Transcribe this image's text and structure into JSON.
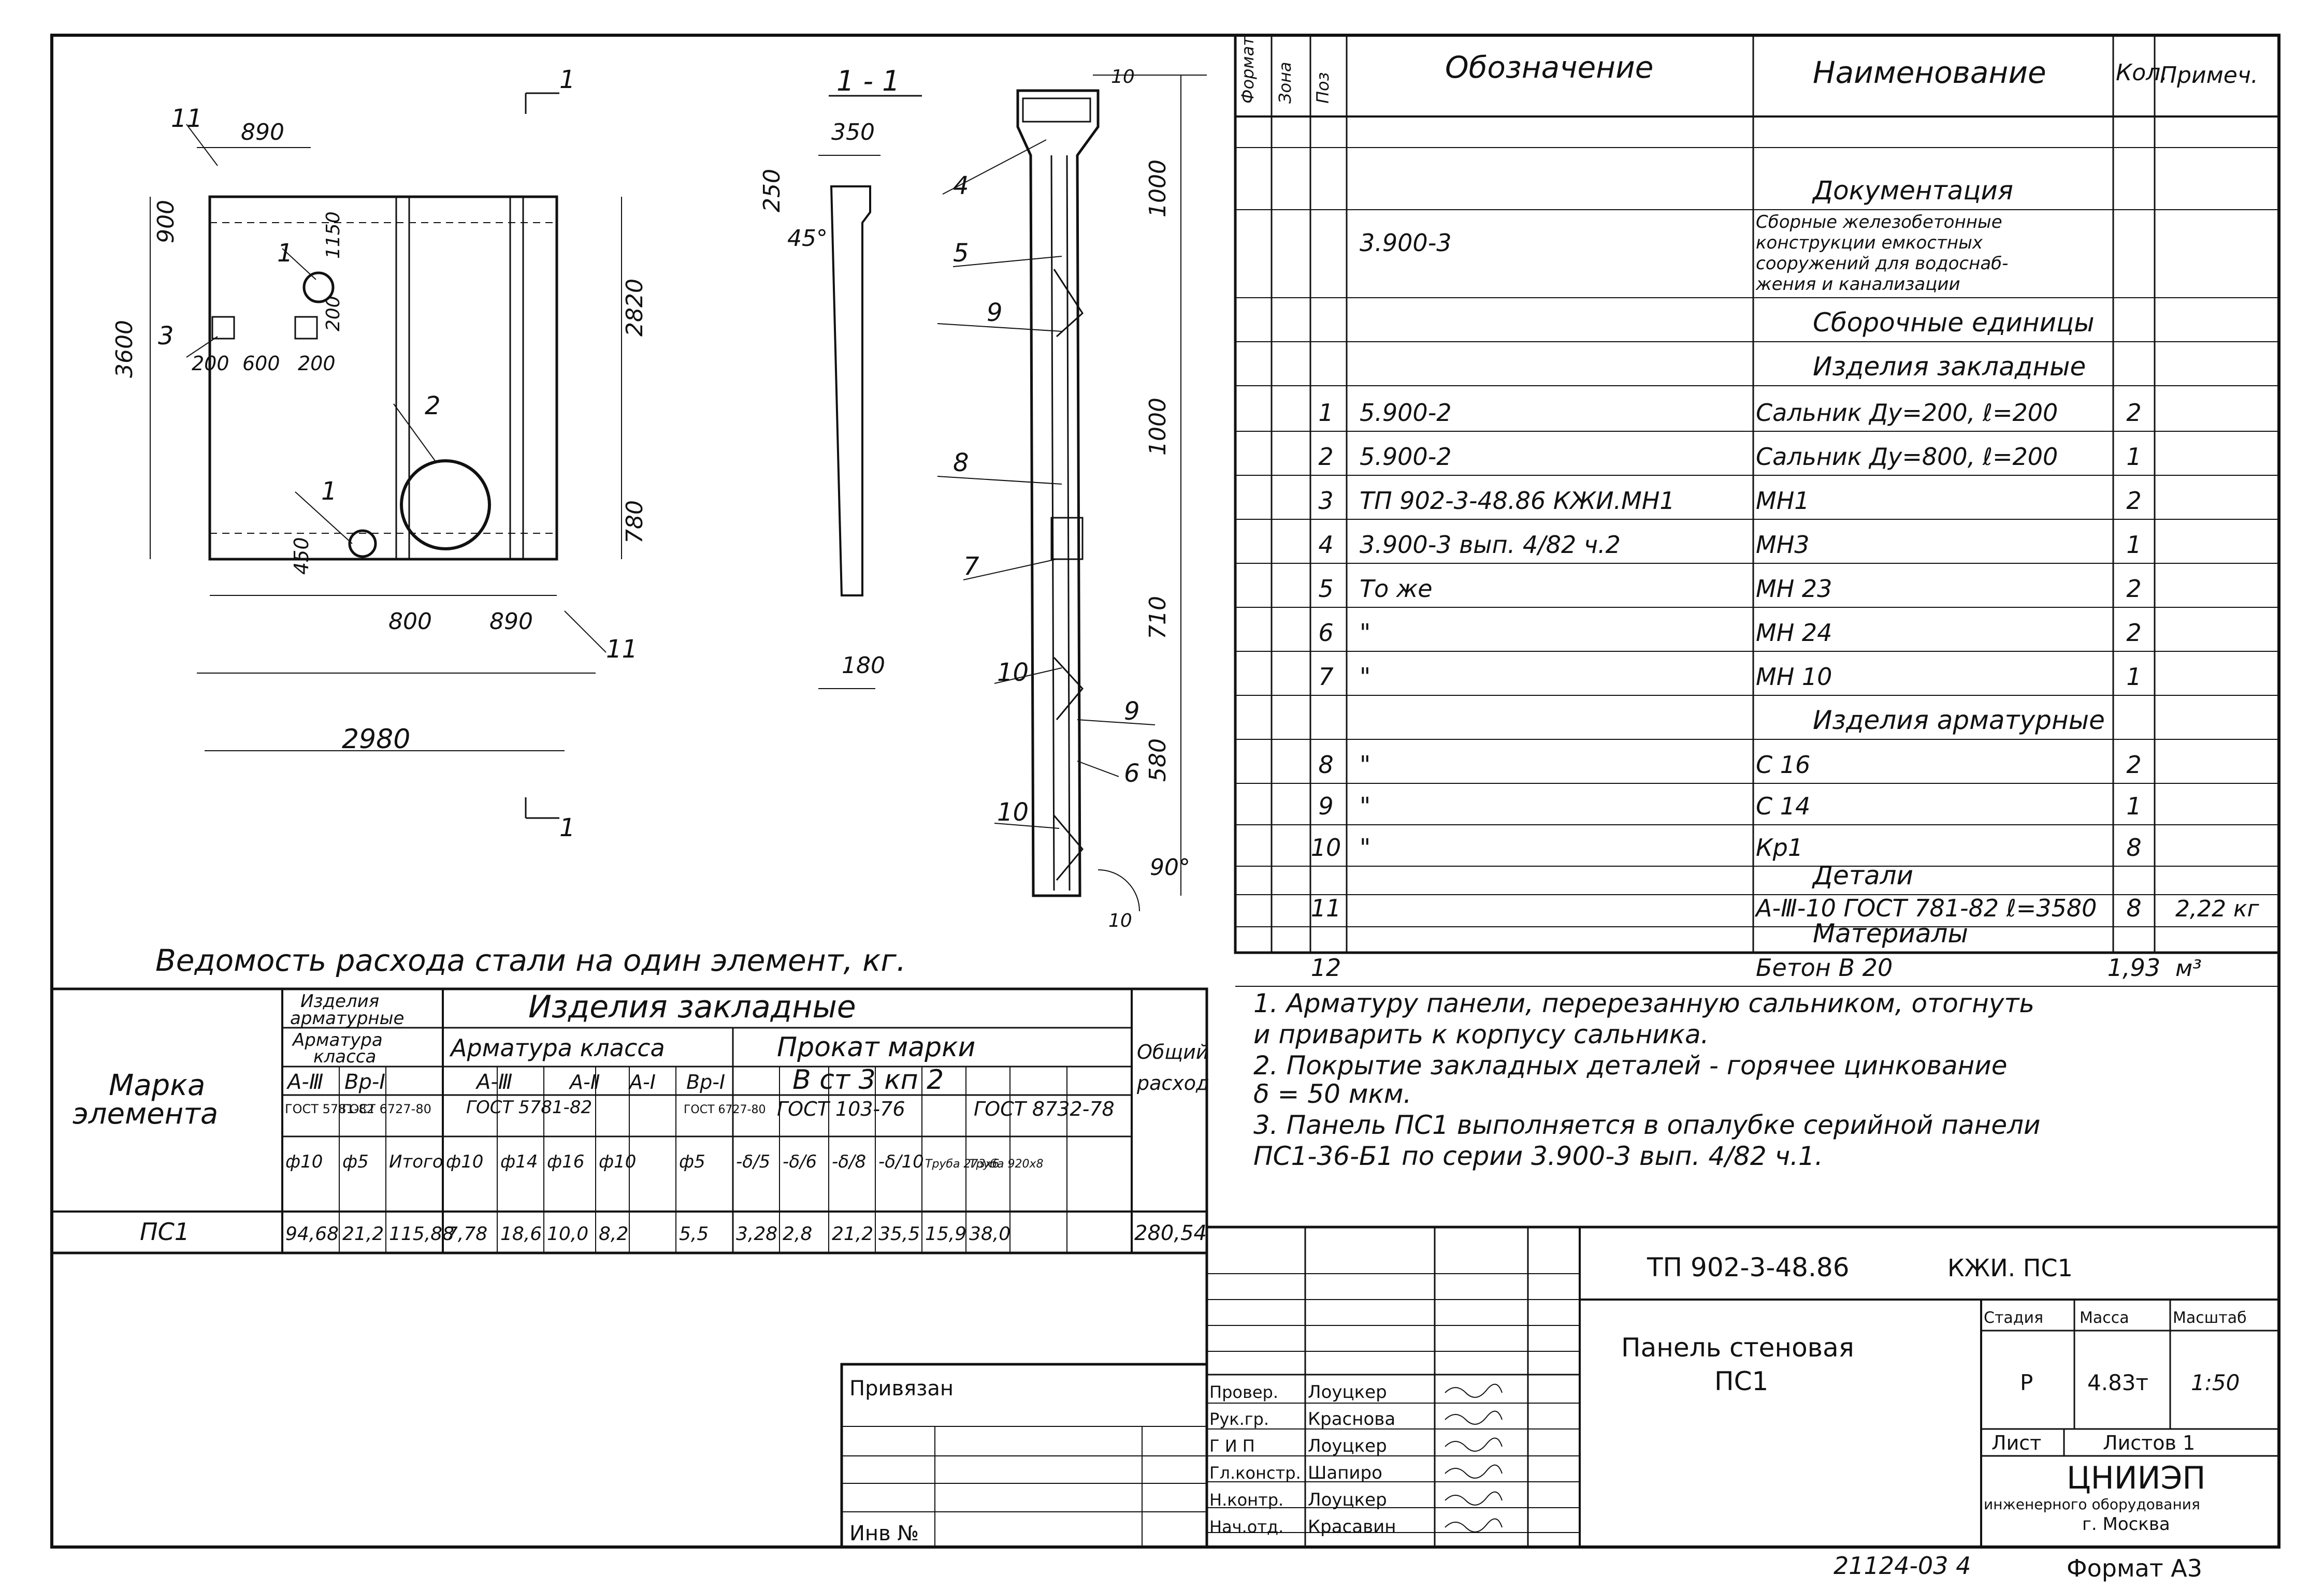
{
  "drawing": {
    "plan": {
      "dims": [
        "890",
        "900",
        "3600",
        "1150",
        "200",
        "200",
        "600",
        "200",
        "2820",
        "780",
        "450",
        "800",
        "890",
        "2980"
      ],
      "callouts": [
        "11",
        "1",
        "3",
        "2",
        "1",
        "11"
      ],
      "section_marks": [
        "1",
        "1"
      ]
    },
    "section": {
      "title": "1 - 1",
      "dims": [
        "350",
        "250",
        "45°",
        "180"
      ]
    },
    "detail": {
      "dims": [
        "10",
        "1000",
        "1000",
        "710",
        "580",
        "90°",
        "10"
      ],
      "callouts": [
        "4",
        "5",
        "9",
        "8",
        "7",
        "10",
        "9",
        "6",
        "10"
      ]
    }
  },
  "spec_table": {
    "headers": [
      "Формат",
      "Зона",
      "Поз",
      "Обозначение",
      "Наименование",
      "Кол.",
      "Примеч."
    ],
    "rows": [
      {
        "pos": "",
        "designation": "",
        "name": "Документация",
        "qty": "",
        "note": ""
      },
      {
        "pos": "",
        "designation": "3.900-3",
        "name": [
          "Сборные железобетонные",
          "конструкции емкостных",
          "сооружений для водоснаб-",
          "жения и канализации"
        ],
        "qty": "",
        "note": ""
      },
      {
        "pos": "",
        "designation": "",
        "name": "Сборочные единицы",
        "qty": "",
        "note": ""
      },
      {
        "pos": "",
        "designation": "",
        "name": "Изделия закладные",
        "qty": "",
        "note": ""
      },
      {
        "pos": "1",
        "designation": "5.900-2",
        "name": "Сальник Ду=200, ℓ=200",
        "qty": "2",
        "note": ""
      },
      {
        "pos": "2",
        "designation": "5.900-2",
        "name": "Сальник Ду=800, ℓ=200",
        "qty": "1",
        "note": ""
      },
      {
        "pos": "3",
        "designation": "ТП 902-3-48.86   КЖИ.МН1",
        "name": "МН1",
        "qty": "2",
        "note": ""
      },
      {
        "pos": "4",
        "designation": "3.900-3 вып. 4/82 ч.2",
        "name": "МН3",
        "qty": "1",
        "note": ""
      },
      {
        "pos": "5",
        "designation": "То же",
        "name": "МН 23",
        "qty": "2",
        "note": ""
      },
      {
        "pos": "6",
        "designation": "\"",
        "name": "МН 24",
        "qty": "2",
        "note": ""
      },
      {
        "pos": "7",
        "designation": "\"",
        "name": "МН 10",
        "qty": "1",
        "note": ""
      },
      {
        "pos": "",
        "designation": "",
        "name": "Изделия арматурные",
        "qty": "",
        "note": ""
      },
      {
        "pos": "8",
        "designation": "\"",
        "name": "С 16",
        "qty": "2",
        "note": ""
      },
      {
        "pos": "9",
        "designation": "\"",
        "name": "С 14",
        "qty": "1",
        "note": ""
      },
      {
        "pos": "10",
        "designation": "\"",
        "name": "Кр1",
        "qty": "8",
        "note": ""
      },
      {
        "pos": "",
        "designation": "",
        "name": "Детали",
        "qty": "",
        "note": ""
      },
      {
        "pos": "11",
        "designation": "",
        "name": "А-Ⅲ-10 ГОСТ 781-82  ℓ=3580",
        "qty": "8",
        "note": "2,22 кг"
      },
      {
        "pos": "",
        "designation": "",
        "name": "Материалы",
        "qty": "",
        "note": ""
      },
      {
        "pos": "12",
        "designation": "",
        "name": "Бетон   В 20",
        "qty": "1,93",
        "note": "м³"
      }
    ]
  },
  "notes": [
    "1.  Арматуру панели, перерезанную сальником, отогнуть",
    "     и приварить к корпусу сальника.",
    "2.  Покрытие закладных деталей - горячее цинкование",
    "     δ = 50 мкм.",
    "3.  Панель ПС1 выполняется в опалубке серийной панели",
    "     ПС1-36-Б1 по серии 3.900-3 вып. 4/82  ч.1."
  ],
  "steel_table": {
    "title": "Ведомость расхода стали на один элемент, кг.",
    "mark_header": [
      "Марка",
      "элемента"
    ],
    "group_reinf": [
      "Изделия",
      "арматурные"
    ],
    "group_embed": "Изделия   закладные",
    "sub_reinf_class": [
      "Арматура",
      "класса"
    ],
    "sub_embed_class": "Арматура класса",
    "sub_rolled": "Прокат   марки",
    "total_header": [
      "Общий",
      "расход"
    ],
    "classes": [
      "А-Ⅲ",
      "Вр-Ⅰ",
      "А-Ⅲ",
      "А-Ⅱ",
      "А-Ⅰ",
      "Вр-Ⅰ",
      "В ст 3   кп 2"
    ],
    "gosts": [
      "ГОСТ 5781-82",
      "ГОСТ 6727-80",
      "ГОСТ 5781-82",
      "ГОСТ 6727-80",
      "ГОСТ 103-76",
      "ГОСТ 8732-78"
    ],
    "cols": [
      "ф10",
      "ф5",
      "Итого",
      "ф10",
      "ф14",
      "ф16",
      "ф10",
      "ф5",
      "-δ/5",
      "-δ/6",
      "-δ/8",
      "-δ/10",
      "Труба 273x6",
      "Труба 920x8"
    ],
    "row": {
      "mark": "ПС1",
      "values": [
        "94,68",
        "21,2",
        "115,88",
        "7,78",
        "18,6",
        "10,0",
        "8,2",
        "5,5",
        "3,28",
        "2,8",
        "21,2",
        "35,5",
        "15,9",
        "38,0"
      ],
      "total": "280,54"
    }
  },
  "title_block": {
    "code": "ТП 902-3-48.86",
    "sheet_code": "КЖИ. ПС1",
    "title": "Панель стеновая",
    "subtitle": "ПС1",
    "stage_header": "Стадия",
    "mass_header": "Масса",
    "scale_header": "Масштаб",
    "stage": "Р",
    "mass": "4.83т",
    "scale": "1:50",
    "sheet_label": "Лист",
    "sheets_label": "Листов 1",
    "org": "ЦНИИЭП",
    "org_line2": "инженерного оборудования",
    "org_line3": "г. Москва",
    "privyazan": "Привязан",
    "inv": "Инв №",
    "staff": [
      {
        "role": "Провер.",
        "name": "Лоуцкер"
      },
      {
        "role": "Рук.гр.",
        "name": "Краснова"
      },
      {
        "role": "Г И П",
        "name": "Лоуцкер"
      },
      {
        "role": "Гл.констр.",
        "name": "Шапиро"
      },
      {
        "role": "Н.контр.",
        "name": "Лоуцкер"
      },
      {
        "role": "Нач.отд.",
        "name": "Красавин"
      }
    ]
  },
  "footer": {
    "number": "21124-03   4",
    "format": "Формат А3"
  }
}
